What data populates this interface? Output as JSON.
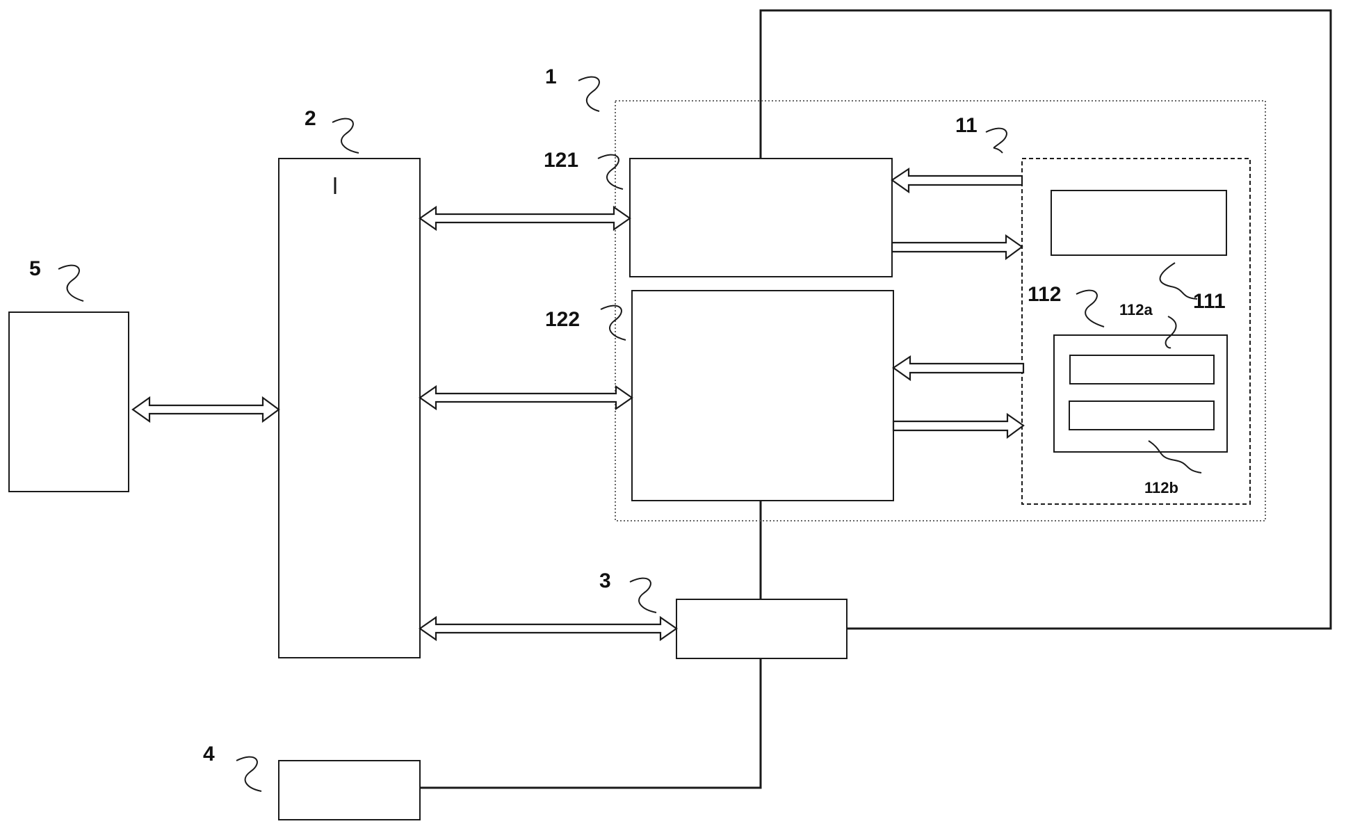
{
  "diagram": {
    "labels": {
      "n1": "1",
      "n2": "2",
      "n3": "3",
      "n4": "4",
      "n5": "5",
      "n11": "11",
      "n111": "111",
      "n112": "112",
      "n112a": "112a",
      "n112b": "112b",
      "n121": "121",
      "n122": "122"
    },
    "connections": [
      {
        "from": "5",
        "to": "2",
        "kind": "bidirectional"
      },
      {
        "from": "2",
        "to": "121",
        "kind": "bidirectional"
      },
      {
        "from": "2",
        "to": "122",
        "kind": "bidirectional"
      },
      {
        "from": "2",
        "to": "3",
        "kind": "bidirectional"
      },
      {
        "from": "11",
        "to": "121",
        "kind": "one-way"
      },
      {
        "from": "121",
        "to": "11",
        "kind": "one-way"
      },
      {
        "from": "11",
        "to": "122",
        "kind": "one-way"
      },
      {
        "from": "122",
        "to": "11",
        "kind": "one-way"
      },
      {
        "from": "121",
        "to": "3",
        "kind": "line"
      },
      {
        "from": "122",
        "to": "3",
        "kind": "line"
      },
      {
        "from": "3",
        "to": "4",
        "kind": "line"
      }
    ]
  }
}
